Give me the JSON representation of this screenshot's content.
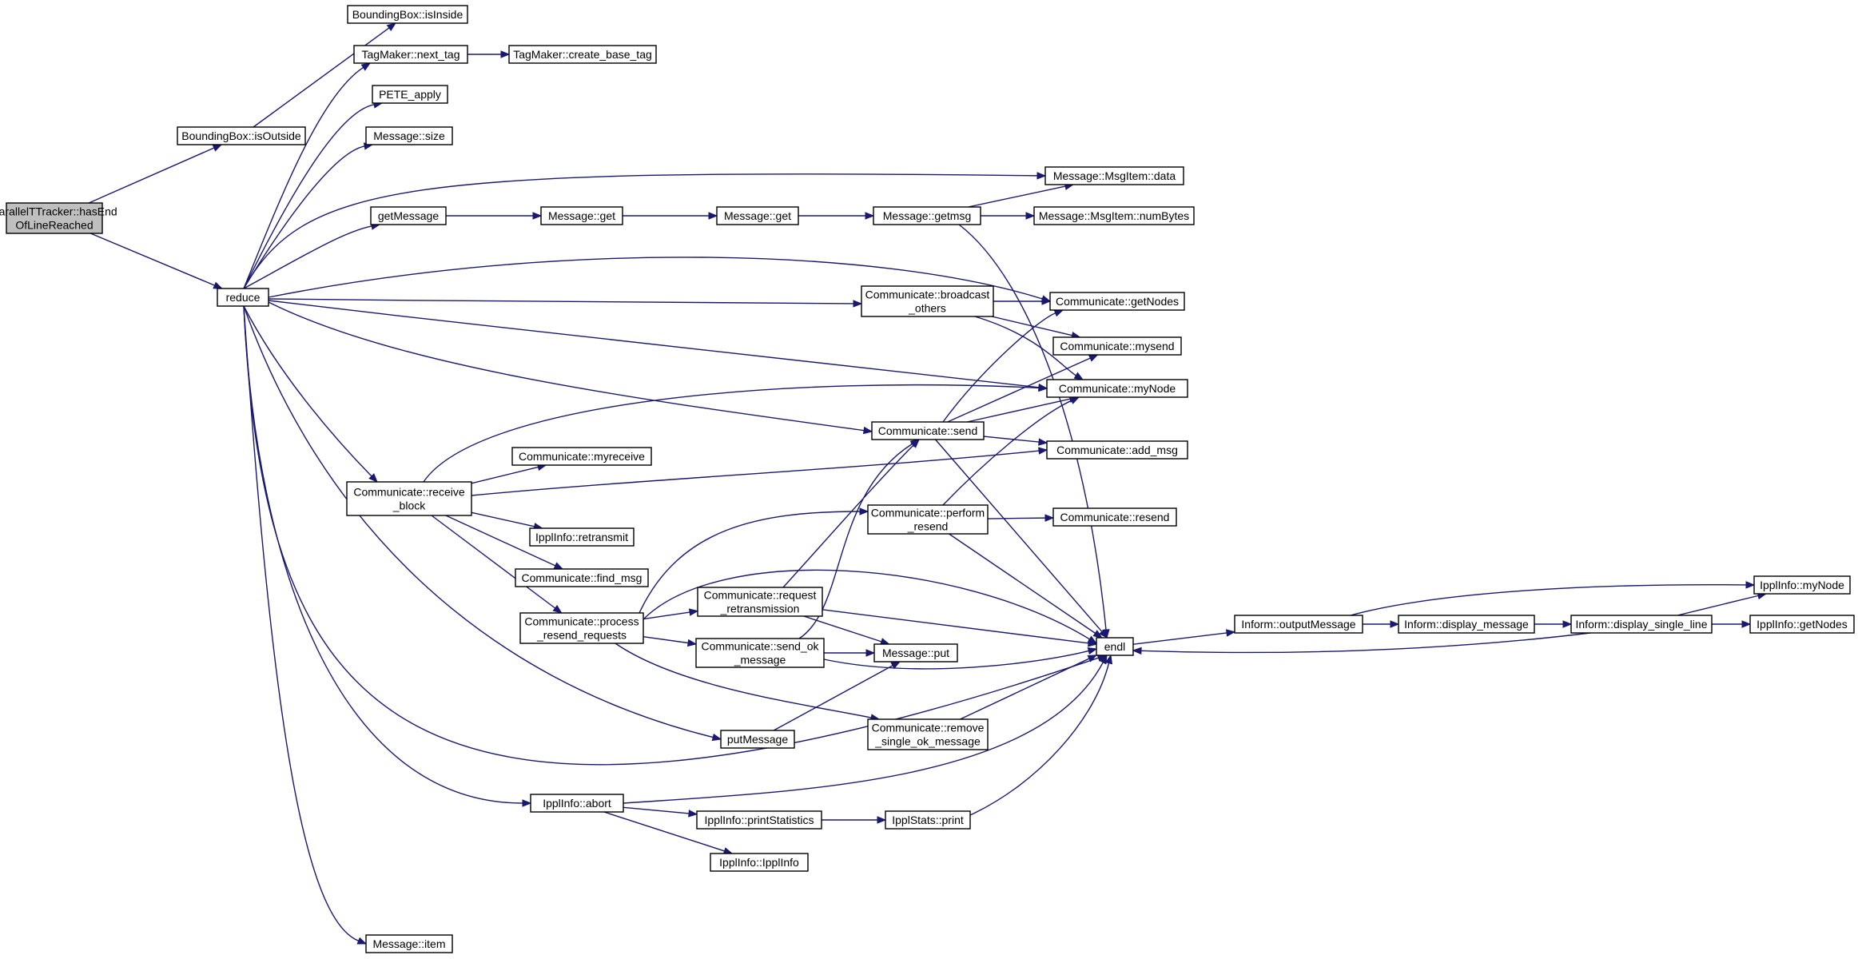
{
  "colors": {
    "edge": "#191970",
    "root_fill": "#bfbfbf",
    "node_fill": "#ffffff",
    "node_border": "#000000"
  },
  "nodes": [
    {
      "id": "root",
      "lines": [
        "ParallelTTracker::hasEnd",
        "OfLineReached"
      ]
    },
    {
      "id": "isOutside",
      "lines": [
        "BoundingBox::isOutside"
      ]
    },
    {
      "id": "reduce",
      "lines": [
        "reduce"
      ]
    },
    {
      "id": "isInside",
      "lines": [
        "BoundingBox::isInside"
      ]
    },
    {
      "id": "next_tag",
      "lines": [
        "TagMaker::next_tag"
      ]
    },
    {
      "id": "create_base_tag",
      "lines": [
        "TagMaker::create_base_tag"
      ]
    },
    {
      "id": "pete_apply",
      "lines": [
        "PETE_apply"
      ]
    },
    {
      "id": "msg_size",
      "lines": [
        "Message::size"
      ]
    },
    {
      "id": "getMessage",
      "lines": [
        "getMessage"
      ]
    },
    {
      "id": "msg_get1",
      "lines": [
        "Message::get"
      ]
    },
    {
      "id": "msg_get2",
      "lines": [
        "Message::get"
      ]
    },
    {
      "id": "getmsg",
      "lines": [
        "Message::getmsg"
      ]
    },
    {
      "id": "msgitem_data",
      "lines": [
        "Message::MsgItem::data"
      ]
    },
    {
      "id": "msgitem_numbytes",
      "lines": [
        "Message::MsgItem::numBytes"
      ]
    },
    {
      "id": "broadcast_others",
      "lines": [
        "Communicate::broadcast",
        "_others"
      ]
    },
    {
      "id": "getNodes",
      "lines": [
        "Communicate::getNodes"
      ]
    },
    {
      "id": "mysend",
      "lines": [
        "Communicate::mysend"
      ]
    },
    {
      "id": "myNode",
      "lines": [
        "Communicate::myNode"
      ]
    },
    {
      "id": "comm_send",
      "lines": [
        "Communicate::send"
      ]
    },
    {
      "id": "add_msg",
      "lines": [
        "Communicate::add_msg"
      ]
    },
    {
      "id": "receive_block",
      "lines": [
        "Communicate::receive",
        "_block"
      ]
    },
    {
      "id": "myreceive",
      "lines": [
        "Communicate::myreceive"
      ]
    },
    {
      "id": "retransmit",
      "lines": [
        "IpplInfo::retransmit"
      ]
    },
    {
      "id": "find_msg",
      "lines": [
        "Communicate::find_msg"
      ]
    },
    {
      "id": "process_resend",
      "lines": [
        "Communicate::process",
        "_resend_requests"
      ]
    },
    {
      "id": "perform_resend",
      "lines": [
        "Communicate::perform",
        "_resend"
      ]
    },
    {
      "id": "resend",
      "lines": [
        "Communicate::resend"
      ]
    },
    {
      "id": "request_retrans",
      "lines": [
        "Communicate::request",
        "_retransmission"
      ]
    },
    {
      "id": "send_ok",
      "lines": [
        "Communicate::send_ok",
        "_message"
      ]
    },
    {
      "id": "msg_put",
      "lines": [
        "Message::put"
      ]
    },
    {
      "id": "endl",
      "lines": [
        "endl"
      ]
    },
    {
      "id": "remove_single_ok",
      "lines": [
        "Communicate::remove",
        "_single_ok_message"
      ]
    },
    {
      "id": "putMessage",
      "lines": [
        "putMessage"
      ]
    },
    {
      "id": "abort",
      "lines": [
        "IpplInfo::abort"
      ]
    },
    {
      "id": "printStatistics",
      "lines": [
        "IpplInfo::printStatistics"
      ]
    },
    {
      "id": "ipplstats_print",
      "lines": [
        "IpplStats::print"
      ]
    },
    {
      "id": "ipplinfo_ctor",
      "lines": [
        "IpplInfo::IpplInfo"
      ]
    },
    {
      "id": "msg_item",
      "lines": [
        "Message::item"
      ]
    },
    {
      "id": "outputMessage",
      "lines": [
        "Inform::outputMessage"
      ]
    },
    {
      "id": "display_message",
      "lines": [
        "Inform::display_message"
      ]
    },
    {
      "id": "display_single_line",
      "lines": [
        "Inform::display_single_line"
      ]
    },
    {
      "id": "ippl_myNode",
      "lines": [
        "IpplInfo::myNode"
      ]
    },
    {
      "id": "ippl_getNodes",
      "lines": [
        "IpplInfo::getNodes"
      ]
    }
  ],
  "edges": [
    [
      "root",
      "isOutside"
    ],
    [
      "root",
      "reduce"
    ],
    [
      "isOutside",
      "isInside"
    ],
    [
      "reduce",
      "next_tag"
    ],
    [
      "next_tag",
      "create_base_tag"
    ],
    [
      "reduce",
      "pete_apply"
    ],
    [
      "reduce",
      "msg_size"
    ],
    [
      "reduce",
      "msgitem_data"
    ],
    [
      "reduce",
      "getMessage"
    ],
    [
      "getMessage",
      "msg_get1"
    ],
    [
      "msg_get1",
      "msg_get2"
    ],
    [
      "msg_get2",
      "getmsg"
    ],
    [
      "getmsg",
      "msgitem_data"
    ],
    [
      "getmsg",
      "msgitem_numbytes"
    ],
    [
      "getmsg",
      "endl"
    ],
    [
      "reduce",
      "getNodes"
    ],
    [
      "reduce",
      "broadcast_others"
    ],
    [
      "reduce",
      "myNode"
    ],
    [
      "reduce",
      "comm_send"
    ],
    [
      "reduce",
      "receive_block"
    ],
    [
      "reduce",
      "putMessage"
    ],
    [
      "reduce",
      "abort"
    ],
    [
      "reduce",
      "endl"
    ],
    [
      "reduce",
      "msg_item"
    ],
    [
      "broadcast_others",
      "getNodes"
    ],
    [
      "broadcast_others",
      "mysend"
    ],
    [
      "broadcast_others",
      "myNode"
    ],
    [
      "comm_send",
      "getNodes"
    ],
    [
      "comm_send",
      "mysend"
    ],
    [
      "comm_send",
      "myNode"
    ],
    [
      "comm_send",
      "add_msg"
    ],
    [
      "comm_send",
      "endl"
    ],
    [
      "receive_block",
      "myNode"
    ],
    [
      "receive_block",
      "myreceive"
    ],
    [
      "receive_block",
      "add_msg"
    ],
    [
      "receive_block",
      "retransmit"
    ],
    [
      "receive_block",
      "find_msg"
    ],
    [
      "receive_block",
      "process_resend"
    ],
    [
      "process_resend",
      "perform_resend"
    ],
    [
      "process_resend",
      "endl"
    ],
    [
      "process_resend",
      "request_retrans"
    ],
    [
      "process_resend",
      "send_ok"
    ],
    [
      "process_resend",
      "remove_single_ok"
    ],
    [
      "perform_resend",
      "myNode"
    ],
    [
      "perform_resend",
      "resend"
    ],
    [
      "perform_resend",
      "endl"
    ],
    [
      "request_retrans",
      "comm_send"
    ],
    [
      "request_retrans",
      "msg_put"
    ],
    [
      "request_retrans",
      "endl"
    ],
    [
      "send_ok",
      "comm_send"
    ],
    [
      "send_ok",
      "msg_put"
    ],
    [
      "send_ok",
      "endl"
    ],
    [
      "remove_single_ok",
      "endl"
    ],
    [
      "putMessage",
      "msg_put"
    ],
    [
      "abort",
      "endl"
    ],
    [
      "abort",
      "printStatistics"
    ],
    [
      "abort",
      "ipplinfo_ctor"
    ],
    [
      "printStatistics",
      "ipplstats_print"
    ],
    [
      "ipplstats_print",
      "endl"
    ],
    [
      "endl",
      "outputMessage"
    ],
    [
      "outputMessage",
      "display_message"
    ],
    [
      "outputMessage",
      "ippl_myNode"
    ],
    [
      "display_message",
      "display_single_line"
    ],
    [
      "display_single_line",
      "ippl_myNode"
    ],
    [
      "display_single_line",
      "ippl_getNodes"
    ],
    [
      "display_single_line",
      "endl"
    ]
  ]
}
